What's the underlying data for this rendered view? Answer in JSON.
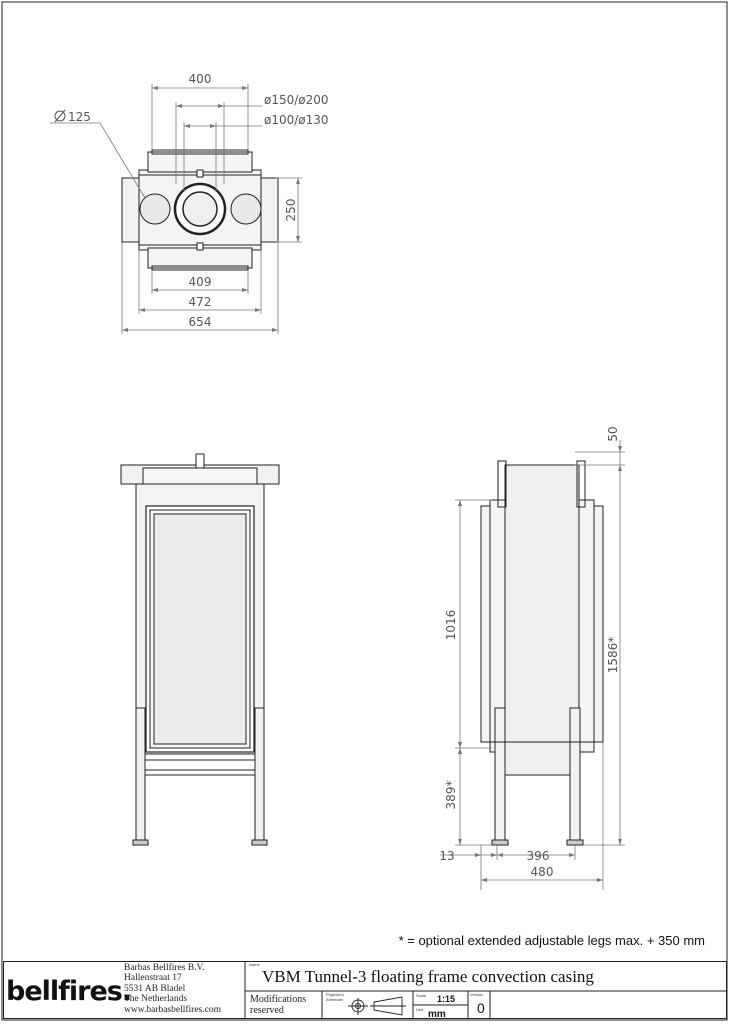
{
  "drawing": {
    "dims": {
      "top_width": "400",
      "flue_outer": "ø150/ø200",
      "flue_inner": "ø100/ø130",
      "conv_diameter": "125",
      "depth": "250",
      "w409": "409",
      "w472": "472",
      "w654": "654",
      "h50": "50",
      "h1016": "1016",
      "h1586": "1586*",
      "h389": "389*",
      "w13": "13",
      "w396": "396",
      "w480": "480"
    },
    "note": "* = optional extended adjustable legs max. + 350 mm"
  },
  "titleblock": {
    "logo": "bellfires.",
    "address": [
      "Barbas Bellfires B.V.",
      "Hallenstraat 17",
      "5531 AB Bladel",
      "The Netherlands",
      "www.barbasbellfires.com"
    ],
    "name_label": "Name",
    "title": "VBM Tunnel-3 floating frame convection casing",
    "modifications": [
      "Modifications",
      "reserved"
    ],
    "projection_label": [
      "Projection",
      "American"
    ],
    "scale_label": "Scale",
    "scale": "1:15",
    "unit_label": "Unit",
    "unit": "mm",
    "version_label": "Version",
    "version": "0"
  }
}
